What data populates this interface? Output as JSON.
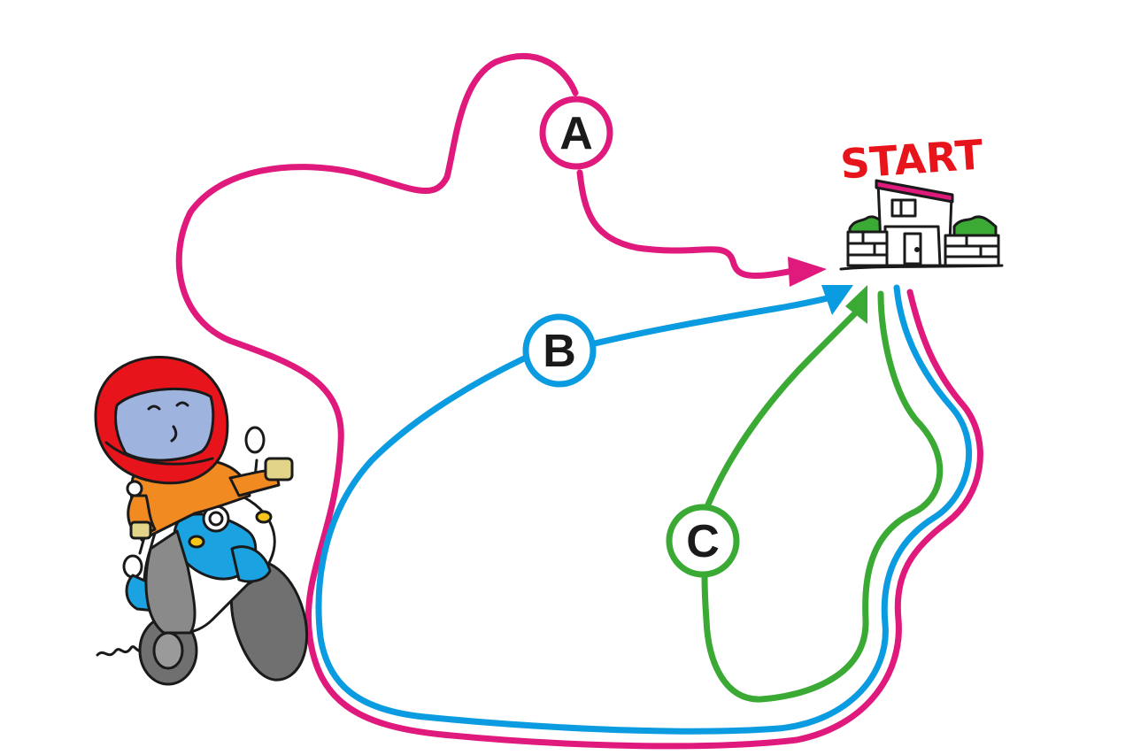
{
  "diagram": {
    "start_label": "START",
    "routes": [
      {
        "id": "A",
        "label": "A",
        "color": "#e0197d"
      },
      {
        "id": "B",
        "label": "B",
        "color": "#0b9be0"
      },
      {
        "id": "C",
        "label": "C",
        "color": "#3aaa35"
      }
    ],
    "colors": {
      "start_text": "#e8141c",
      "outline": "#1a1a1a",
      "helmet": "#e8141c",
      "visor": "#9fb3df",
      "shirt": "#f28a22",
      "bike_blue": "#1aa3e0",
      "tire": "#707070"
    },
    "icons": [
      "house-icon",
      "motorcycle-rider-illustration",
      "arrow-head-icon"
    ]
  }
}
